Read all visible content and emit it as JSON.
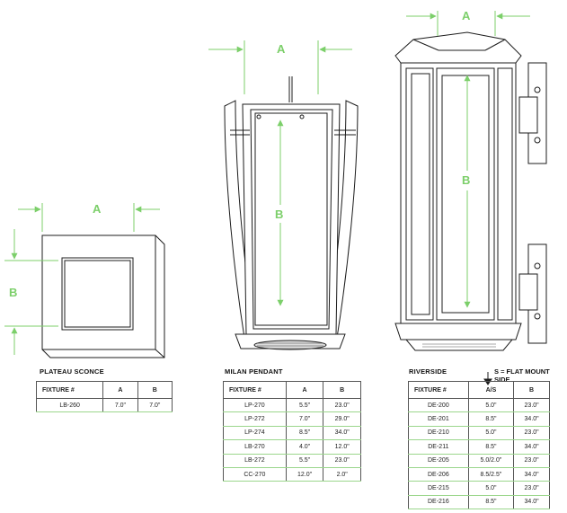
{
  "dimension_labels": {
    "a": "A",
    "b": "B"
  },
  "plateau": {
    "title": "PLATEAU SCONCE",
    "headers": [
      "FIXTURE #",
      "A",
      "B"
    ],
    "rows": [
      [
        "LB-260",
        "7.0\"",
        "7.0\""
      ]
    ]
  },
  "milan": {
    "title": "MILAN PENDANT",
    "headers": [
      "FIXTURE #",
      "A",
      "B"
    ],
    "rows": [
      [
        "LP-270",
        "5.5\"",
        "23.0\""
      ],
      [
        "LP-272",
        "7.0\"",
        "29.0\""
      ],
      [
        "LP-274",
        "8.5\"",
        "34.0\""
      ],
      [
        "LB-270",
        "4.0\"",
        "12.0\""
      ],
      [
        "LB-272",
        "5.5\"",
        "23.0\""
      ],
      [
        "CC-270",
        "12.0\"",
        "2.0\""
      ]
    ]
  },
  "riverside": {
    "title": "RIVERSIDE",
    "note": "S = FLAT MOUNT SIDE",
    "headers": [
      "FIXTURE #",
      "A/S",
      "B"
    ],
    "rows": [
      [
        "DE-200",
        "5.0\"",
        "23.0\""
      ],
      [
        "DE-201",
        "8.5\"",
        "34.0\""
      ],
      [
        "DE-210",
        "5.0\"",
        "23.0\""
      ],
      [
        "DE-211",
        "8.5\"",
        "34.0\""
      ],
      [
        "DE-205",
        "5.0/2.0\"",
        "23.0\""
      ],
      [
        "DE-206",
        "8.5/2.5\"",
        "34.0\""
      ],
      [
        "DE-215",
        "5.0\"",
        "23.0\""
      ],
      [
        "DE-216",
        "8.5\"",
        "34.0\""
      ]
    ]
  },
  "colors": {
    "dimension": "#7ccf6a",
    "line": "#1c1c1c",
    "row_rule": "#9bd68c"
  }
}
